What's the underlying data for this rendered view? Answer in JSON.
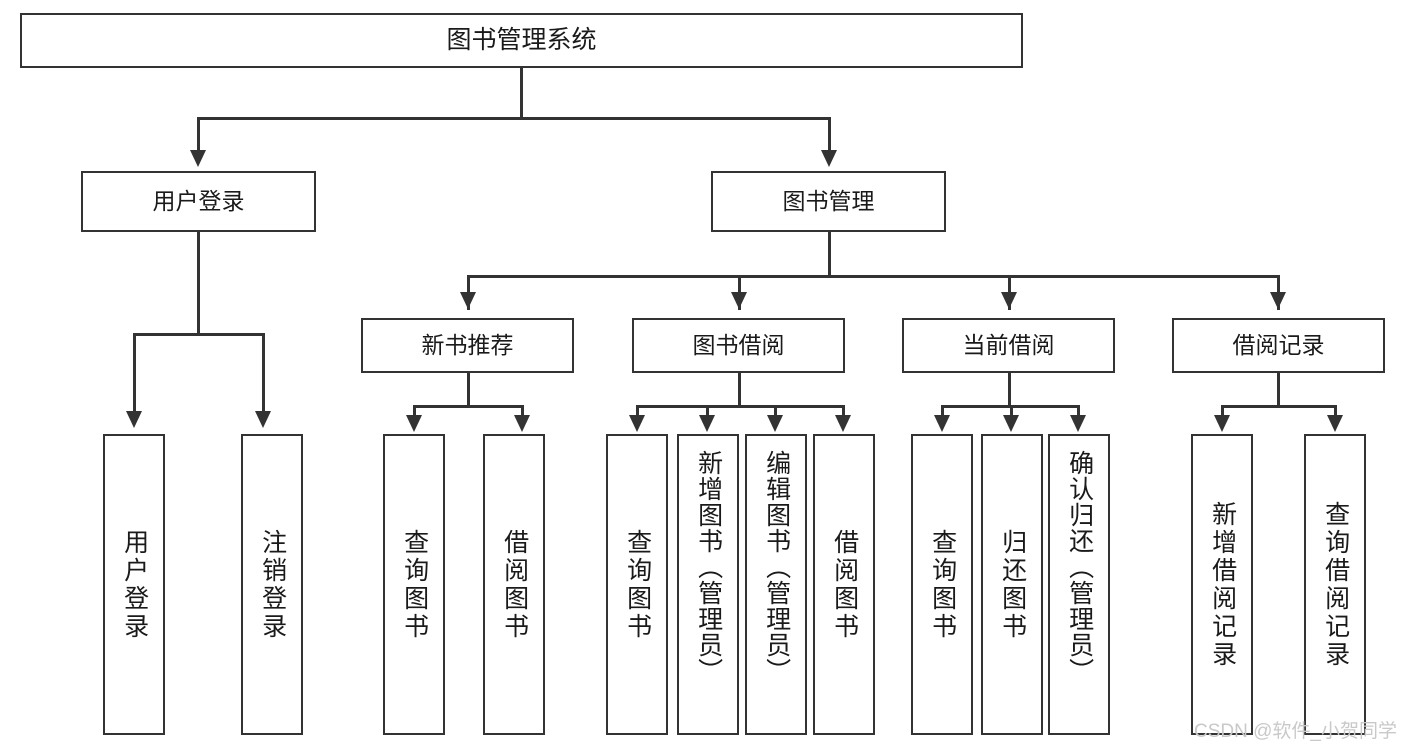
{
  "diagram": {
    "title": "图书管理系统",
    "root": {
      "id": "root",
      "label": "图书管理系统"
    },
    "level1": [
      {
        "id": "user-login",
        "label": "用户登录"
      },
      {
        "id": "book-manage",
        "label": "图书管理"
      }
    ],
    "level2": [
      {
        "id": "new-book-recommend",
        "label": "新书推荐",
        "parent": "book-manage"
      },
      {
        "id": "book-borrow",
        "label": "图书借阅",
        "parent": "book-manage"
      },
      {
        "id": "current-borrow",
        "label": "当前借阅",
        "parent": "book-manage"
      },
      {
        "id": "borrow-record",
        "label": "借阅记录",
        "parent": "book-manage"
      }
    ],
    "leaves": {
      "user_login": [
        {
          "id": "leaf-user-login",
          "label": "用户登录"
        },
        {
          "id": "leaf-logout-login",
          "label": "注销登录"
        }
      ],
      "new_book_recommend": [
        {
          "id": "leaf-query-book-1",
          "label": "查询图书"
        },
        {
          "id": "leaf-borrow-book-1",
          "label": "借阅图书"
        }
      ],
      "book_borrow": [
        {
          "id": "leaf-query-book-2",
          "label": "查询图书"
        },
        {
          "id": "leaf-add-book",
          "label": "新增图书（管理员）"
        },
        {
          "id": "leaf-edit-book",
          "label": "编辑图书（管理员）"
        },
        {
          "id": "leaf-borrow-book-2",
          "label": "借阅图书"
        }
      ],
      "current_borrow": [
        {
          "id": "leaf-query-book-3",
          "label": "查询图书"
        },
        {
          "id": "leaf-return-book",
          "label": "归还图书"
        },
        {
          "id": "leaf-confirm-return",
          "label": "确认归还（管理员）"
        }
      ],
      "borrow_record": [
        {
          "id": "leaf-add-record",
          "label": "新增借阅记录"
        },
        {
          "id": "leaf-query-record",
          "label": "查询借阅记录"
        }
      ]
    }
  },
  "watermark": {
    "text": "CSDN @软件_小贺同学"
  },
  "colors": {
    "stroke": "#333333",
    "text": "#1a1a1a",
    "background": "#ffffff",
    "watermark": "#c9c9c9"
  }
}
